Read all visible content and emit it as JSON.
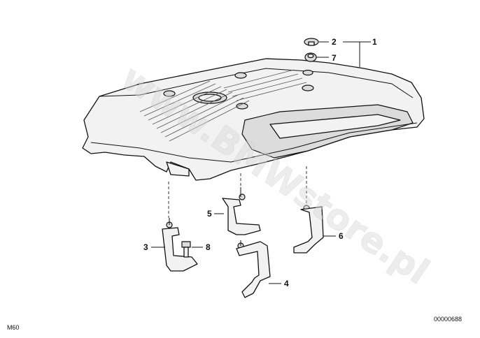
{
  "callouts": {
    "c1": "1",
    "c2": "2",
    "c3": "3",
    "c4": "4",
    "c5": "5",
    "c6": "6",
    "c7": "7",
    "c8": "8"
  },
  "footer": {
    "model_code": "M60",
    "diagram_number": "00000688"
  },
  "watermark": {
    "text": "www.BMWstore.pl"
  }
}
